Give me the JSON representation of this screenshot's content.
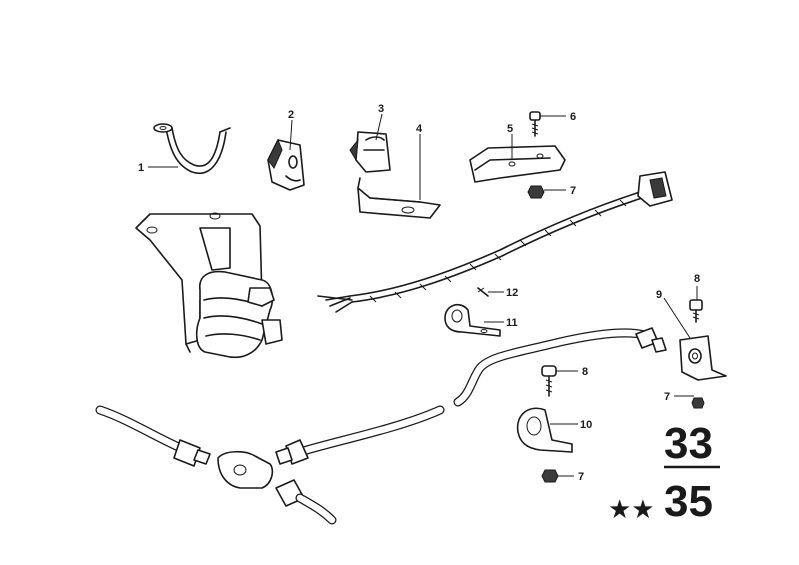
{
  "callouts": {
    "c1": "1",
    "c2": "2",
    "c3": "3",
    "c4": "4",
    "c5": "5",
    "c6": "6",
    "c7a": "7",
    "c7b": "7",
    "c7c": "7",
    "c8a": "8",
    "c8b": "8",
    "c9": "9",
    "c10": "10",
    "c11": "11",
    "c12": "12"
  },
  "page_marker": {
    "top": "33",
    "bottom": "35",
    "stars": "★★"
  }
}
